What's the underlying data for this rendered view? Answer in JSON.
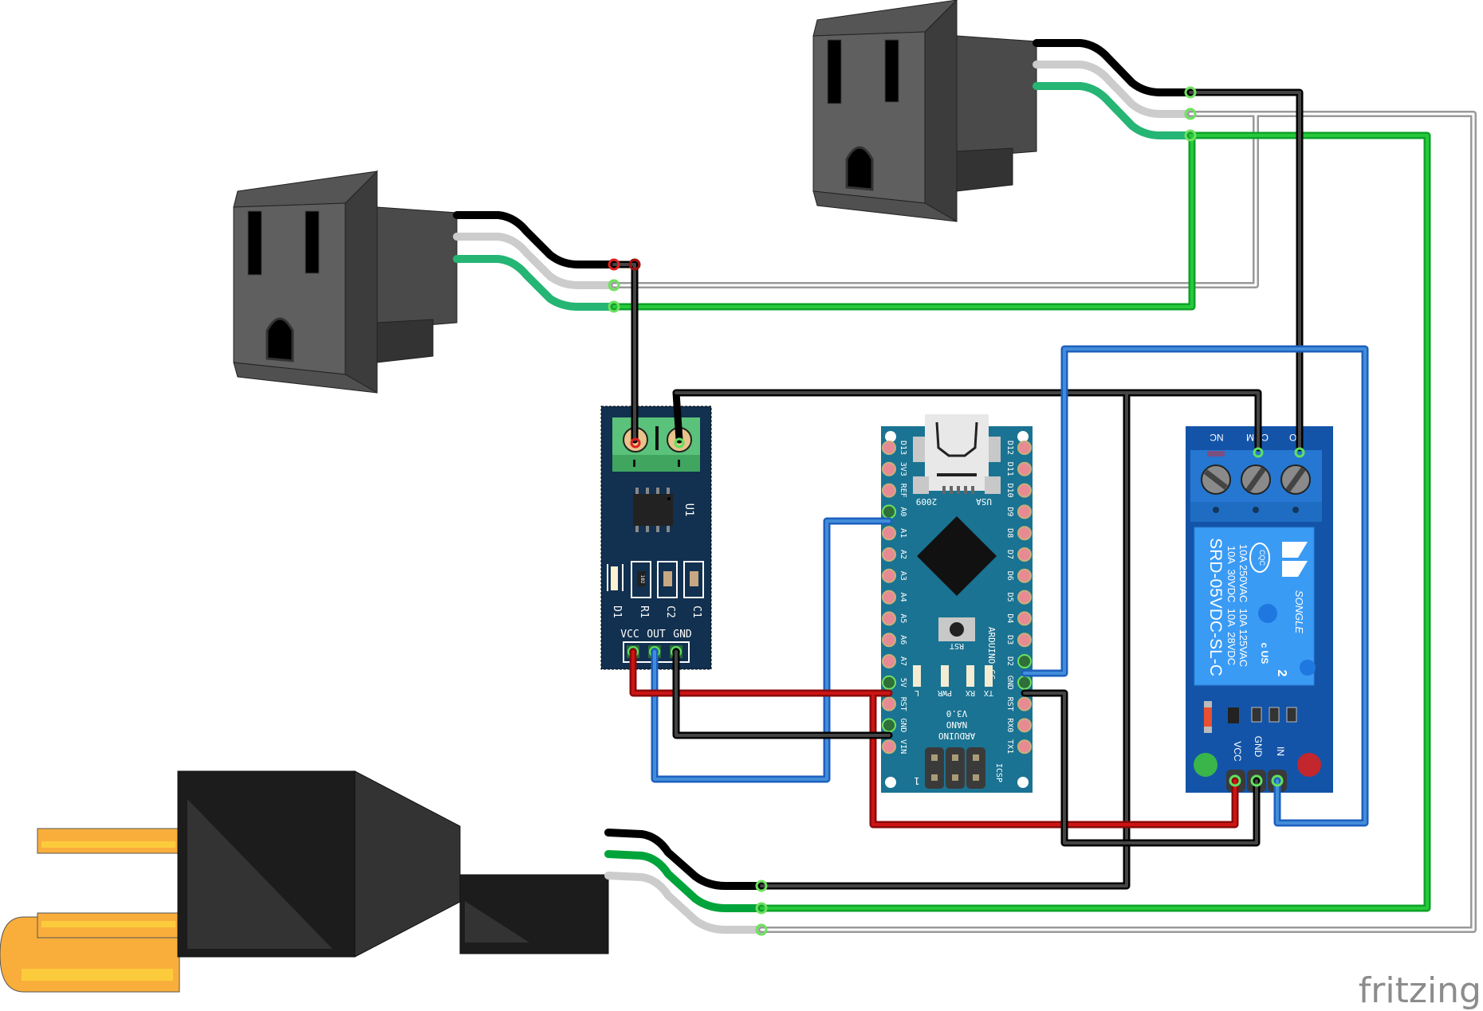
{
  "app": "Fritzing breadboard view",
  "logo": {
    "text": "fritzing"
  },
  "colors": {
    "wire_black": "#404040",
    "wire_white": "#cccccc",
    "wire_green": "#26c93b",
    "wire_red": "#cc1414",
    "wire_blue": "#418dd9",
    "arduino_pcb": "#1a7392",
    "relay_pcb": "#1454a8",
    "sensor_pcb": "#12304f",
    "outlet": "#5f5f5f",
    "plug": "#1c1c1c",
    "prong": "#f9ae3b"
  },
  "components": {
    "outlet_1": {
      "name": "AC Outlet 1",
      "wires": [
        "black",
        "white",
        "green"
      ]
    },
    "outlet_2": {
      "name": "AC Outlet 2",
      "wires": [
        "black",
        "white",
        "green"
      ]
    },
    "plug": {
      "name": "AC Power Plug",
      "wires": [
        "black",
        "green",
        "white"
      ]
    },
    "current_sensor": {
      "ref": "U1",
      "parts": [
        "D1",
        "R1",
        "C2",
        "C1"
      ],
      "resistor_code": "102",
      "pins": [
        "VCC",
        "OUT",
        "GND"
      ]
    },
    "arduino": {
      "left_pins": [
        "D13",
        "3V3",
        "REF",
        "A0",
        "A1",
        "A2",
        "A3",
        "A4",
        "A5",
        "A6",
        "A7",
        "5V",
        "RST",
        "GND",
        "VIN"
      ],
      "right_pins": [
        "D12",
        "D11",
        "D10",
        "D9",
        "D8",
        "D7",
        "D6",
        "D5",
        "D4",
        "D3",
        "D2",
        "GND",
        "RST",
        "RX0",
        "TX1"
      ],
      "usb_labels": [
        "2009",
        "USA"
      ],
      "leds": [
        "L",
        "PWR",
        "RX",
        "TX"
      ],
      "reset_label": "RST",
      "brand": "ARDUINO.CC",
      "model_lines": [
        "ARDUINO",
        "NANO",
        "V3.0"
      ],
      "icsp_label": "ICSP",
      "pin1_label": "1"
    },
    "relay": {
      "terminals": [
        "NC",
        "COM",
        "NO"
      ],
      "spec_lines": [
        "10A 250VAC  10A 125VAC",
        "10A  30VDC  10A  28VDC"
      ],
      "model": "SRD-05VDC-SL-C",
      "brand": "SONGLE",
      "cert_cqc": "CQC",
      "cert_ul": "c  US",
      "cert_num": "2",
      "pins": [
        "VCC",
        "GND",
        "IN"
      ]
    }
  },
  "connections": [
    {
      "from": "outlet_1.black",
      "to": "current_sensor.terminal_1",
      "color": "black"
    },
    {
      "from": "current_sensor.terminal_2",
      "to": "relay.COM",
      "color": "black"
    },
    {
      "from": "outlet_2.black",
      "to": "relay.NO",
      "color": "black"
    },
    {
      "from": "plug.black",
      "to": "relay.COM",
      "color": "black"
    },
    {
      "from": "outlet_1.white",
      "to": "outlet_2.white",
      "color": "white"
    },
    {
      "from": "outlet_2.white",
      "to": "plug.white",
      "color": "white"
    },
    {
      "from": "outlet_1.green",
      "to": "outlet_2.green",
      "color": "green"
    },
    {
      "from": "outlet_2.green",
      "to": "plug.green",
      "color": "green"
    },
    {
      "from": "current_sensor.VCC",
      "to": "arduino.5V",
      "color": "red"
    },
    {
      "from": "current_sensor.OUT",
      "to": "arduino.A0",
      "color": "blue"
    },
    {
      "from": "current_sensor.GND",
      "to": "arduino.GND_left",
      "color": "black"
    },
    {
      "from": "arduino.5V",
      "to": "relay.VCC",
      "color": "red"
    },
    {
      "from": "arduino.GND_right",
      "to": "relay.GND",
      "color": "black"
    },
    {
      "from": "arduino.D2",
      "to": "relay.IN",
      "color": "blue"
    }
  ]
}
